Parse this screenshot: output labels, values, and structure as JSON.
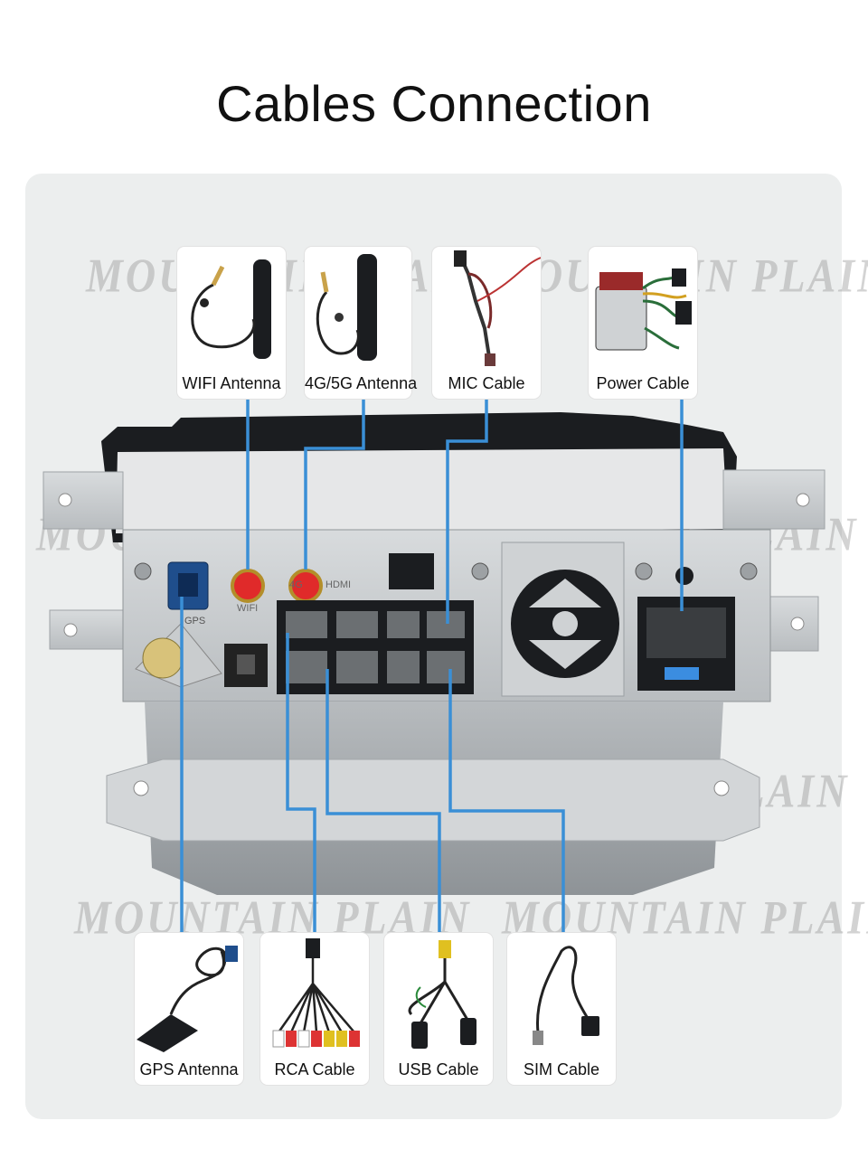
{
  "title": "Cables Connection",
  "watermark": "MOUNTAIN PLAIN",
  "colors": {
    "connector_line": "#3a8fd6",
    "panel_background": "#eceeee",
    "antenna_port": "#e02a2a",
    "gps_port": "#1f4e8c"
  },
  "top_cables": [
    {
      "id": "wifi",
      "label": "WIFI Antenna",
      "icon": "wifi-antenna-icon"
    },
    {
      "id": "4g5g",
      "label": "4G/5G Antenna",
      "icon": "4g-antenna-icon"
    },
    {
      "id": "mic",
      "label": "MIC Cable",
      "icon": "mic-cable-icon"
    },
    {
      "id": "power",
      "label": "Power Cable",
      "icon": "power-cable-icon"
    }
  ],
  "bottom_cables": [
    {
      "id": "gps",
      "label": "GPS Antenna",
      "icon": "gps-antenna-icon"
    },
    {
      "id": "rca",
      "label": "RCA Cable",
      "icon": "rca-cable-icon"
    },
    {
      "id": "usb",
      "label": "USB Cable",
      "icon": "usb-cable-icon"
    },
    {
      "id": "sim",
      "label": "SIM Cable",
      "icon": "sim-cable-icon"
    }
  ],
  "unit_port_labels": {
    "gps": "GPS",
    "wifi": "WIFI",
    "antenna": "4G",
    "hdmi": "HDMI"
  }
}
